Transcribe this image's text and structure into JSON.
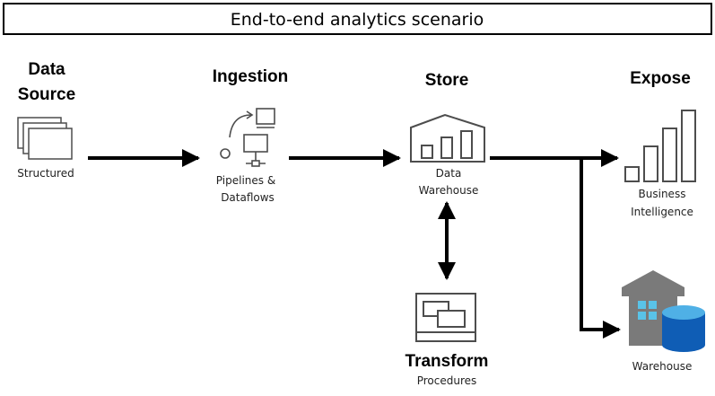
{
  "title": "End-to-end analytics scenario",
  "stages": {
    "data_source": {
      "heading_line1": "Data",
      "heading_line2": "Source",
      "caption": "Structured",
      "icon": "stacked-documents-icon"
    },
    "ingestion": {
      "heading": "Ingestion",
      "caption_line1": "Pipelines &",
      "caption_line2": "Dataflows",
      "icon": "pipeline-icon"
    },
    "store": {
      "heading": "Store",
      "caption_line1": "Data",
      "caption_line2": "Warehouse",
      "icon": "data-warehouse-icon"
    },
    "transform": {
      "heading": "Transform",
      "caption": "Procedures",
      "icon": "transform-window-icon"
    },
    "expose": {
      "heading": "Expose",
      "bi_caption_line1": "Business",
      "bi_caption_line2": "Intelligence",
      "bi_icon": "bar-chart-icon",
      "warehouse_caption": "Warehouse",
      "warehouse_icon": "warehouse-database-icon"
    }
  },
  "colors": {
    "line": "#000000",
    "icon_stroke": "#4d4d4d",
    "warehouse_roof": "#7a7a7a",
    "warehouse_windows": "#59c3e8",
    "database_body": "#0f5db5",
    "database_top": "#4fb0e6"
  }
}
